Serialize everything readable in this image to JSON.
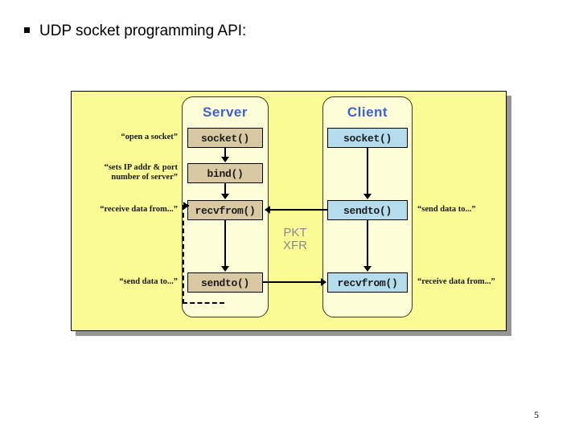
{
  "slide": {
    "title": "UDP socket programming API:",
    "bullet_glyph": "square-bullet",
    "page_number": "5"
  },
  "diagram": {
    "panel_color": "#fbfb95",
    "shadow_color": "#969696",
    "lane_fill": "#fdfdd8",
    "lane_title_color": "#3f5fd0",
    "server_box_color": "#d9c9a3",
    "client_box_color": "#b4dcec",
    "transfer_label_color": "#8a8a8a",
    "transfer_label_line1": "PKT",
    "transfer_label_line2": "XFR",
    "server": {
      "title": "Server",
      "steps": [
        {
          "call": "socket()",
          "annotation": "“open a socket”"
        },
        {
          "call": "bind()",
          "annotation_line1": "“sets IP addr & port",
          "annotation_line2": "number of server”"
        },
        {
          "call": "recvfrom()",
          "annotation": "“receive data from...”"
        },
        {
          "call": "sendto()",
          "annotation": "“send data to...”"
        }
      ]
    },
    "client": {
      "title": "Client",
      "steps": [
        {
          "call": "socket()",
          "annotation": ""
        },
        {
          "call": "sendto()",
          "annotation": "“send data to...”"
        },
        {
          "call": "recvfrom()",
          "annotation": "“receive data from...”"
        }
      ]
    }
  }
}
